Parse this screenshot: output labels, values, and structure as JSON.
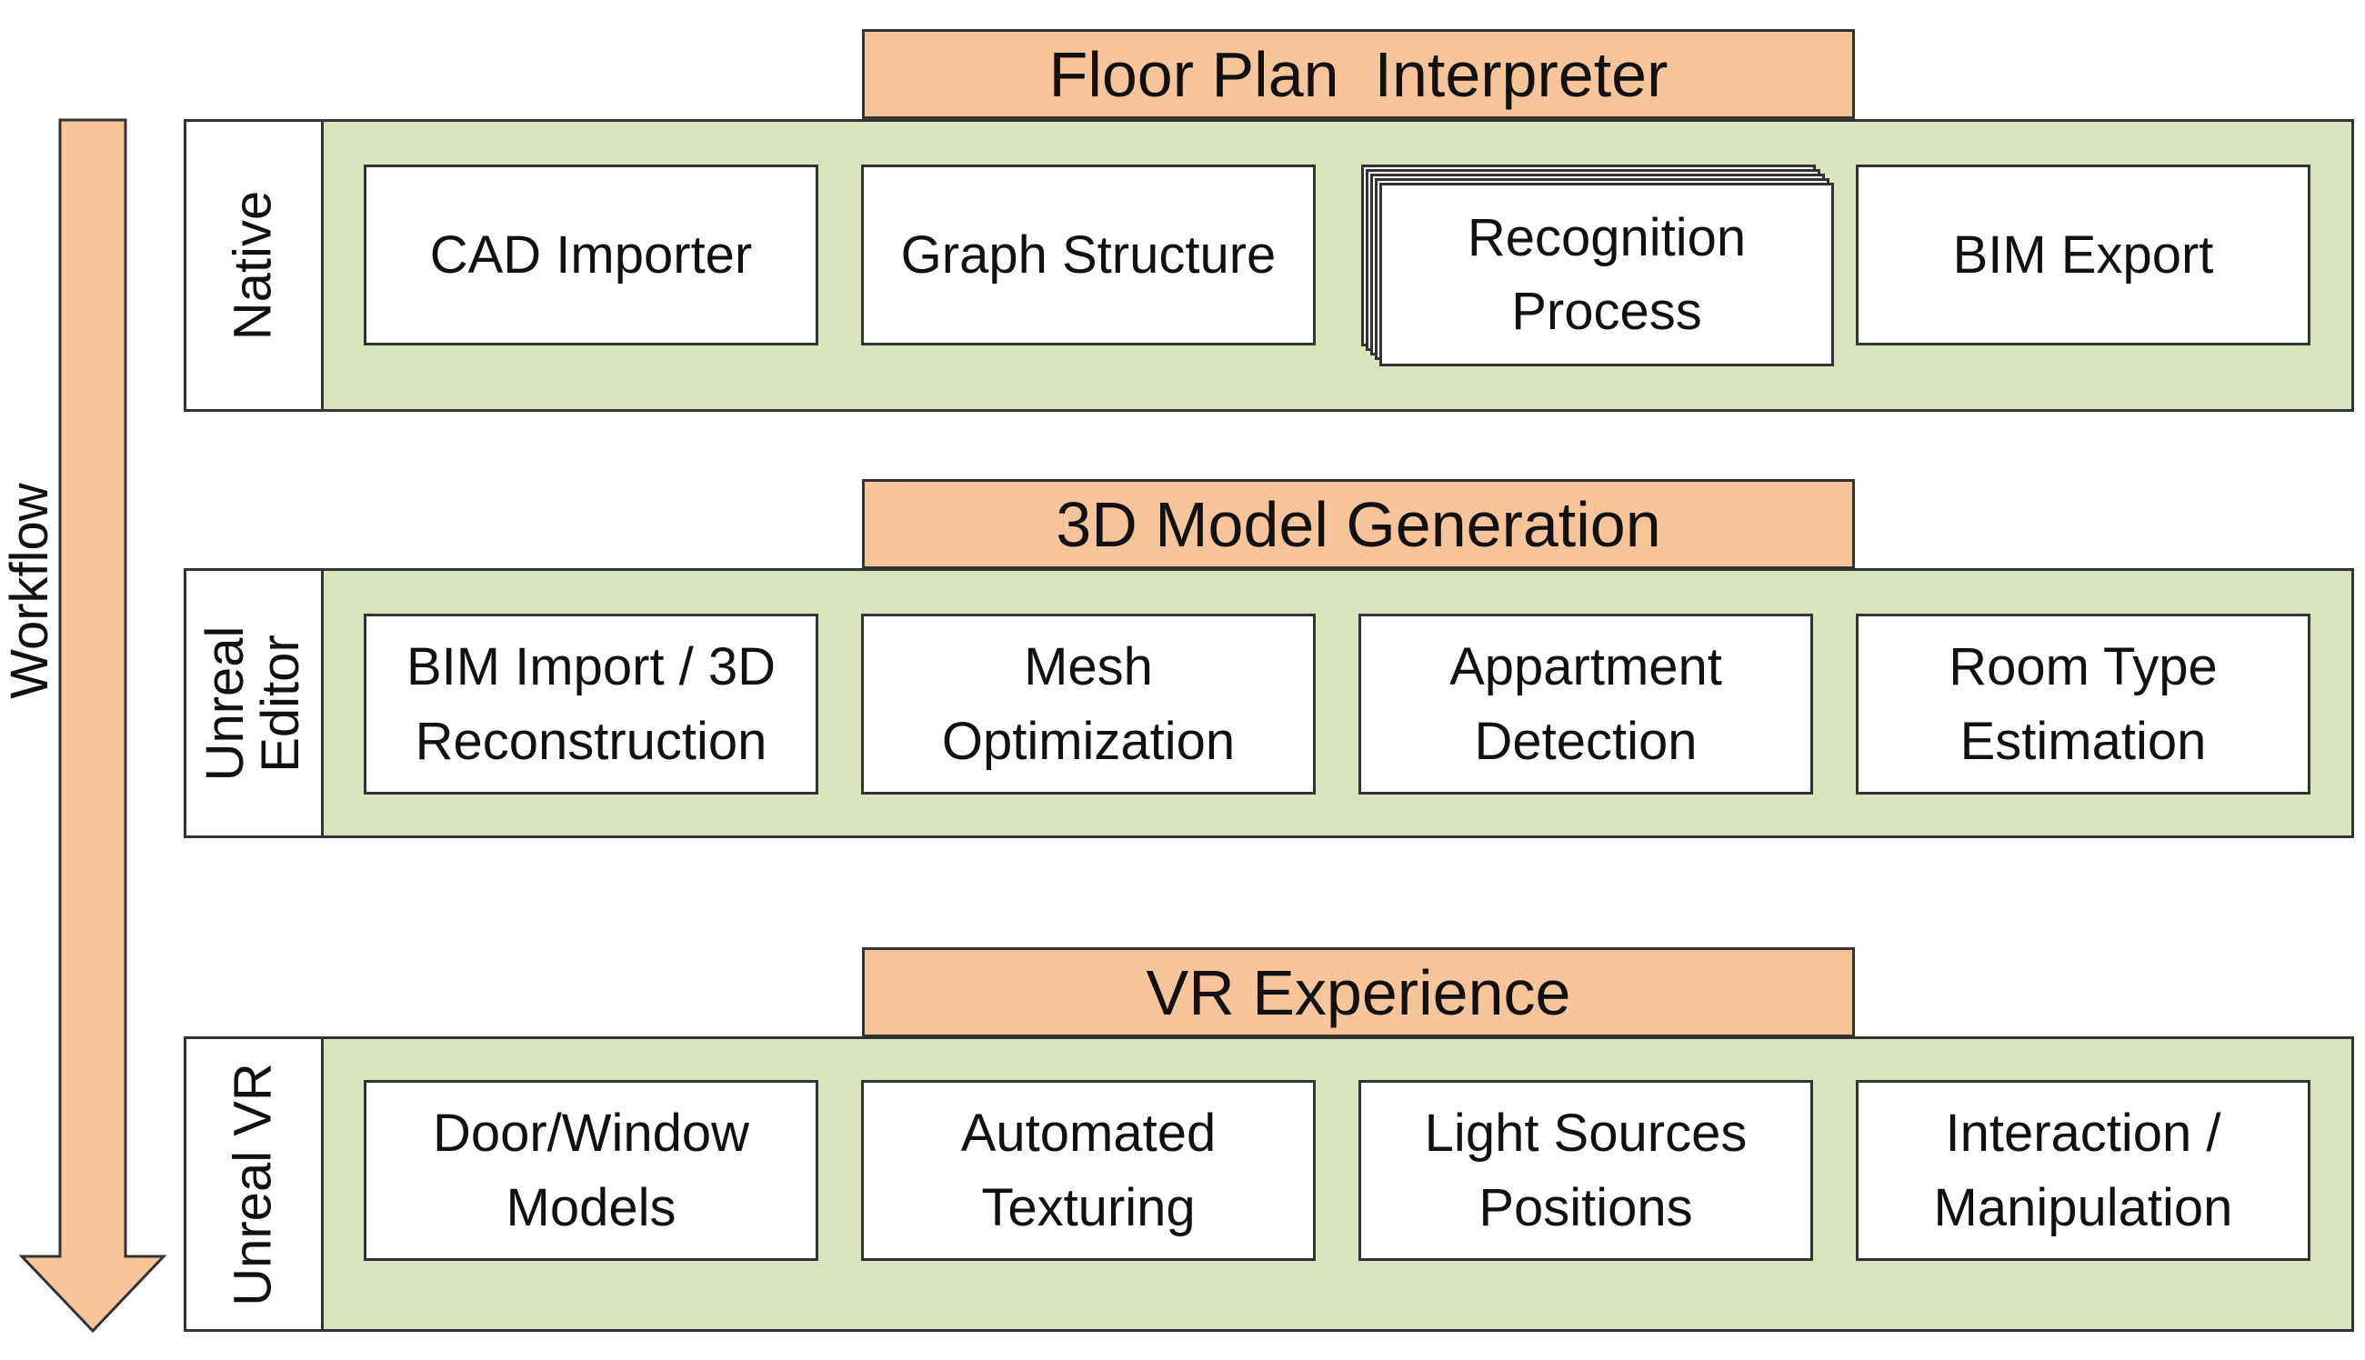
{
  "workflow": {
    "label": "Workflow"
  },
  "stages": [
    {
      "title": "Floor Plan  Interpreter",
      "side_label": [
        "Native"
      ],
      "modules": [
        {
          "lines": [
            "CAD Importer"
          ]
        },
        {
          "lines": [
            "Graph Structure"
          ]
        },
        {
          "lines": [
            "Recognition",
            "Process"
          ],
          "stacked": true
        },
        {
          "lines": [
            "BIM Export"
          ]
        }
      ]
    },
    {
      "title": "3D Model Generation",
      "side_label": [
        "Unreal",
        "Editor"
      ],
      "modules": [
        {
          "lines": [
            "BIM Import / 3D",
            "Reconstruction"
          ]
        },
        {
          "lines": [
            "Mesh",
            "Optimization"
          ]
        },
        {
          "lines": [
            "Appartment",
            "Detection"
          ]
        },
        {
          "lines": [
            "Room Type",
            "Estimation"
          ]
        }
      ]
    },
    {
      "title": "VR Experience",
      "side_label": [
        "Unreal VR"
      ],
      "modules": [
        {
          "lines": [
            "Door/Window",
            "Models"
          ]
        },
        {
          "lines": [
            "Automated",
            "Texturing"
          ]
        },
        {
          "lines": [
            "Light Sources",
            "Positions"
          ]
        },
        {
          "lines": [
            "Interaction /",
            "Manipulation"
          ]
        }
      ]
    }
  ],
  "colors": {
    "header_fill": "#f8c49a",
    "panel_fill": "#d7e4bd",
    "module_fill": "#ffffff",
    "border": "#333333"
  }
}
